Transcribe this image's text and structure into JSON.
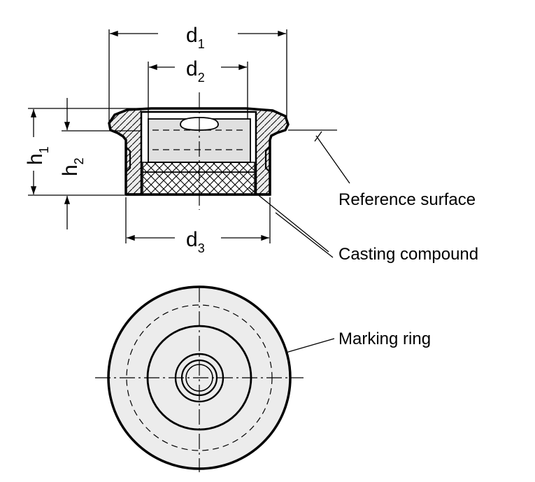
{
  "dimensions": {
    "d1": {
      "base": "d",
      "sub": "1"
    },
    "d2": {
      "base": "d",
      "sub": "2"
    },
    "d3": {
      "base": "d",
      "sub": "3"
    },
    "h1": {
      "base": "h",
      "sub": "1"
    },
    "h2": {
      "base": "h",
      "sub": "2"
    }
  },
  "callouts": {
    "reference_surface": "Reference surface",
    "casting_compound": "Casting compound",
    "marking_ring": "Marking ring"
  },
  "colors": {
    "line": "#000000",
    "fill_light": "#ececec",
    "fill_insert": "#e0e0e0",
    "background": "#ffffff"
  }
}
